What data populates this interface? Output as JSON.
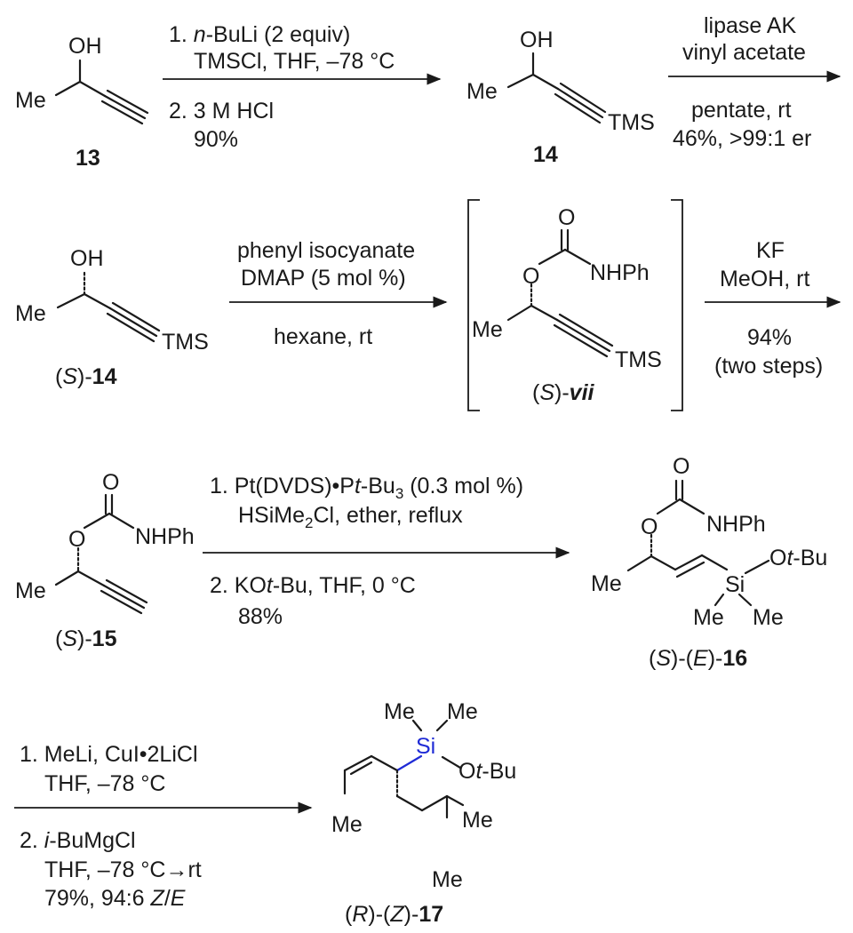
{
  "compounds": {
    "c13": {
      "number": "13",
      "atoms": {
        "oh": "OH",
        "me": "Me"
      }
    },
    "c14": {
      "number": "14",
      "atoms": {
        "oh": "OH",
        "me": "Me",
        "tms": "TMS"
      }
    },
    "cS14": {
      "prefix_open": "(",
      "prefix_stereo": "S",
      "prefix_close": ")-",
      "number": "14",
      "atoms": {
        "oh": "OH",
        "me": "Me",
        "tms": "TMS"
      }
    },
    "cvii": {
      "prefix_open": "(",
      "prefix_stereo": "S",
      "prefix_close": ")-",
      "number": "vii",
      "atoms": {
        "o_carbonyl": "O",
        "o_ester": "O",
        "nhph": "NHPh",
        "me": "Me",
        "tms": "TMS"
      }
    },
    "c15": {
      "prefix_open": "(",
      "prefix_stereo": "S",
      "prefix_close": ")-",
      "number": "15",
      "atoms": {
        "o_carbonyl": "O",
        "o_ester": "O",
        "nhph": "NHPh",
        "me": "Me"
      }
    },
    "c16": {
      "p1_open": "(",
      "p1_stereo": "S",
      "p1_close": ")-(",
      "p2_stereo": "E",
      "p2_close": ")-",
      "number": "16",
      "atoms": {
        "o_carbonyl": "O",
        "o_ester": "O",
        "nhph": "NHPh",
        "me": "Me",
        "si": "Si",
        "otbu_o": "O",
        "otbu_t": "t",
        "otbu_bu": "-Bu",
        "si_me1": "Me",
        "si_me2": "Me"
      }
    },
    "c17": {
      "p1_open": "(",
      "p1_stereo": "R",
      "p1_close": ")-(",
      "p2_stereo": "Z",
      "p2_close": ")-",
      "number": "17",
      "atoms": {
        "si": "Si",
        "si_me1": "Me",
        "si_me2": "Me",
        "otbu_o": "O",
        "otbu_t": "t",
        "otbu_bu": "-Bu",
        "me_vinyl": "Me",
        "me_iso1": "Me",
        "me_iso2": "Me"
      }
    }
  },
  "reactions": {
    "r1": {
      "above_1_num": "1. ",
      "above_1_n": "n",
      "above_1_rest": "-BuLi (2 equiv)",
      "above_2": "TMSCl, THF, –78 °C",
      "below_1": "2. 3 M HCl",
      "below_2": "90%"
    },
    "r2": {
      "above_1": "lipase AK",
      "above_2": "vinyl acetate",
      "below_1": "pentate, rt",
      "below_2": "46%, >99:1 er"
    },
    "r3": {
      "above_1": "phenyl isocyanate",
      "above_2": "DMAP (5 mol %)",
      "below_1": "hexane, rt"
    },
    "r4": {
      "above_1": "KF",
      "above_2": "MeOH, rt",
      "below_1": "94%",
      "below_2": "(two steps)"
    },
    "r5": {
      "above_1_a": "1. Pt(DVDS)•P",
      "above_1_t": "t",
      "above_1_b": "-Bu",
      "above_1_sub": "3",
      "above_1_c": " (0.3 mol %)",
      "above_2_a": "HSiMe",
      "above_2_sub": "2",
      "above_2_b": "Cl, ether, reflux",
      "below_1_a": "2. KO",
      "below_1_t": "t",
      "below_1_b": "-Bu, THF, 0 °C",
      "below_2": "88%"
    },
    "r6": {
      "above_1": "1. MeLi, CuI•2LiCl",
      "above_2": "THF, –78 °C",
      "below_1_a": "2. ",
      "below_1_i": "i",
      "below_1_b": "-BuMgCl",
      "below_2_a": "THF, –78 °C",
      "below_2_arrow": "→",
      "below_2_b": "rt",
      "below_3_a": "79%, 94:6 ",
      "below_3_z": "Z",
      "below_3_slash": "/",
      "below_3_e": "E"
    }
  }
}
